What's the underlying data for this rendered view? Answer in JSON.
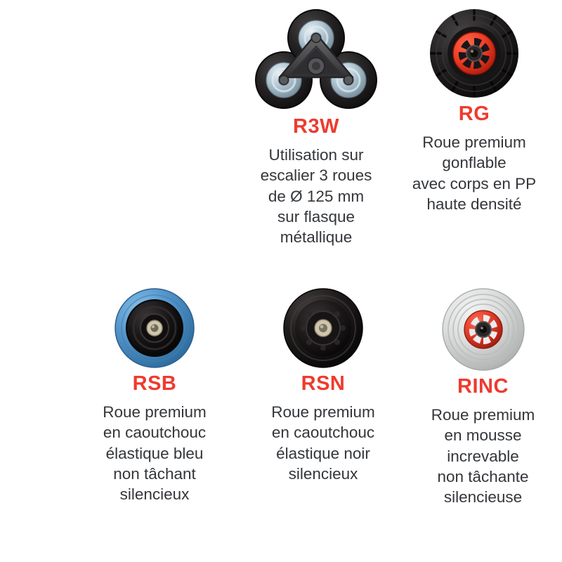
{
  "page": {
    "background_color": "#ffffff",
    "accent_color": "#ee3b2e",
    "text_color": "#33363a",
    "language": "fr"
  },
  "products": [
    {
      "id": "r3w",
      "code": "R3W",
      "description": "Utilisation sur\nescalier 3 roues\nde Ø 125 mm\nsur flasque\nmétallique",
      "icon": "three-wheel-stair-cluster-icon",
      "colors": {
        "tire": "#1d1b1c",
        "hub": "#b9cdd8",
        "bracket": "#4a4a4c"
      }
    },
    {
      "id": "rg",
      "code": "RG",
      "description": "Roue premium\ngonflable\navec corps en PP\nhaute densité",
      "icon": "pneumatic-wheel-icon",
      "colors": {
        "tire": "#1b1a1a",
        "rim": "#ee3b23",
        "hub": "#4a4a4a"
      }
    },
    {
      "id": "rsb",
      "code": "RSB",
      "description": "Roue premium\nen caoutchouc\nélastique bleu\nnon tâchant\nsilencieux",
      "icon": "blue-rubber-wheel-icon",
      "colors": {
        "tire": "#4e93c9",
        "hub": "#141414",
        "bearing": "#cfc6ab"
      }
    },
    {
      "id": "rsn",
      "code": "RSN",
      "description": "Roue premium\nen caoutchouc\nélastique noir\nsilencieux",
      "icon": "black-rubber-wheel-icon",
      "colors": {
        "tire": "#1b1818",
        "hub": "#252223",
        "bearing": "#cfc6ab"
      }
    },
    {
      "id": "rinc",
      "code": "RINC",
      "description": "Roue premium\nen mousse\nincrevable\nnon tâchante\nsilencieuse",
      "icon": "foam-wheel-icon",
      "colors": {
        "tire": "#d3d5d4",
        "rim": "#e0392a",
        "hub": "#1d1d1d"
      }
    }
  ]
}
